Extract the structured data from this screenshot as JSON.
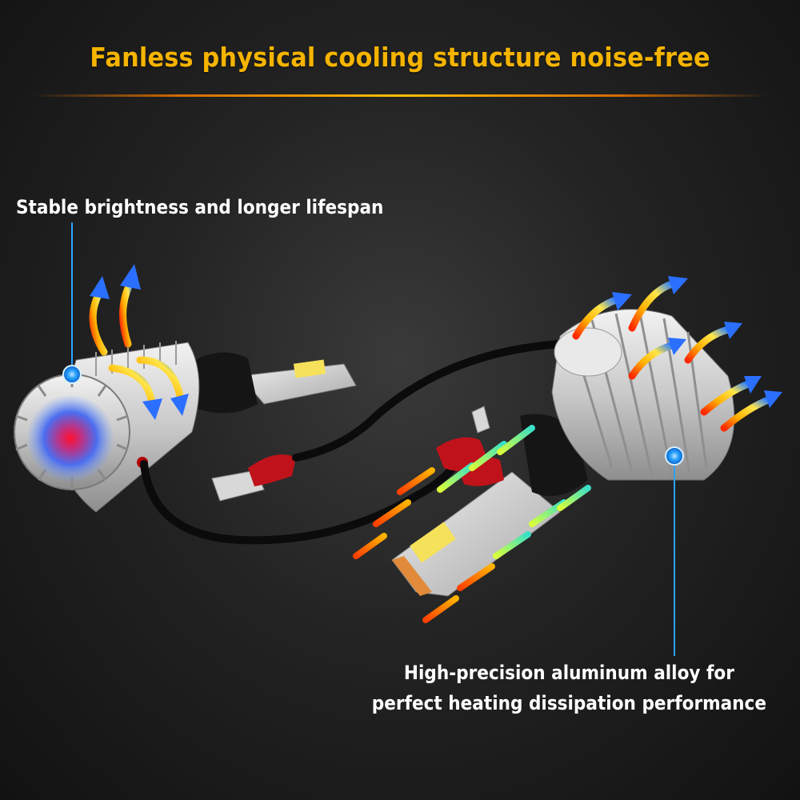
{
  "header": {
    "title": "Fanless physical cooling structure noise-free"
  },
  "callouts": {
    "left_label": "Stable brightness and longer lifespan",
    "right_label_line1": "High-precision aluminum alloy for",
    "right_label_line2": "perfect heating dissipation performance"
  },
  "colors": {
    "title": "#f5b400",
    "accent_rule": "#ffc000",
    "callout_line": "#2aa3ff",
    "background": "#232323"
  }
}
